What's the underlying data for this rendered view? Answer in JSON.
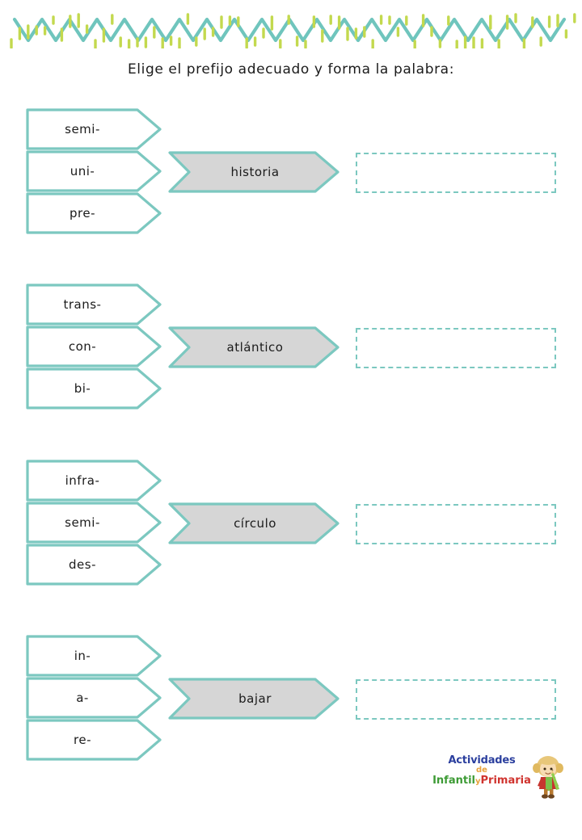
{
  "page": {
    "title": "Elige el prefijo adecuado y forma la palabra:",
    "accent_color": "#7cc8c0",
    "dash_color": "#7cc8c0",
    "chip_fill": "#d6d6d6",
    "text_color": "#1b1b1b",
    "background": "#ffffff"
  },
  "decoration": {
    "top_border": "zigzag-border",
    "bottom_border": "zigzag-border",
    "zigzag_color": "#6fc5bd",
    "dash_color": "#c3d94e"
  },
  "exercises": [
    {
      "index": 1,
      "prefixes": [
        "semi-",
        "uni-",
        "pre-"
      ],
      "root": "historia",
      "answer": ""
    },
    {
      "index": 2,
      "prefixes": [
        "trans-",
        "con-",
        "bi-"
      ],
      "root": "atlántico",
      "answer": ""
    },
    {
      "index": 3,
      "prefixes": [
        "infra-",
        "semi-",
        "des-"
      ],
      "root": "círculo",
      "answer": ""
    },
    {
      "index": 4,
      "prefixes": [
        "in-",
        "a-",
        "re-"
      ],
      "root": "bajar",
      "answer": ""
    }
  ],
  "logo": {
    "line1": "Actividades",
    "line2": "de",
    "line3_infantil": "Infantil",
    "line3_y": "y",
    "line3_primaria": "Primaria",
    "mascot": "child-with-pencil-icon",
    "color_actividades": "#2b3f9e",
    "color_de": "#e8a33d",
    "color_infantil": "#3d9b35",
    "color_y": "#e8a33d",
    "color_primaria": "#d0332e"
  }
}
